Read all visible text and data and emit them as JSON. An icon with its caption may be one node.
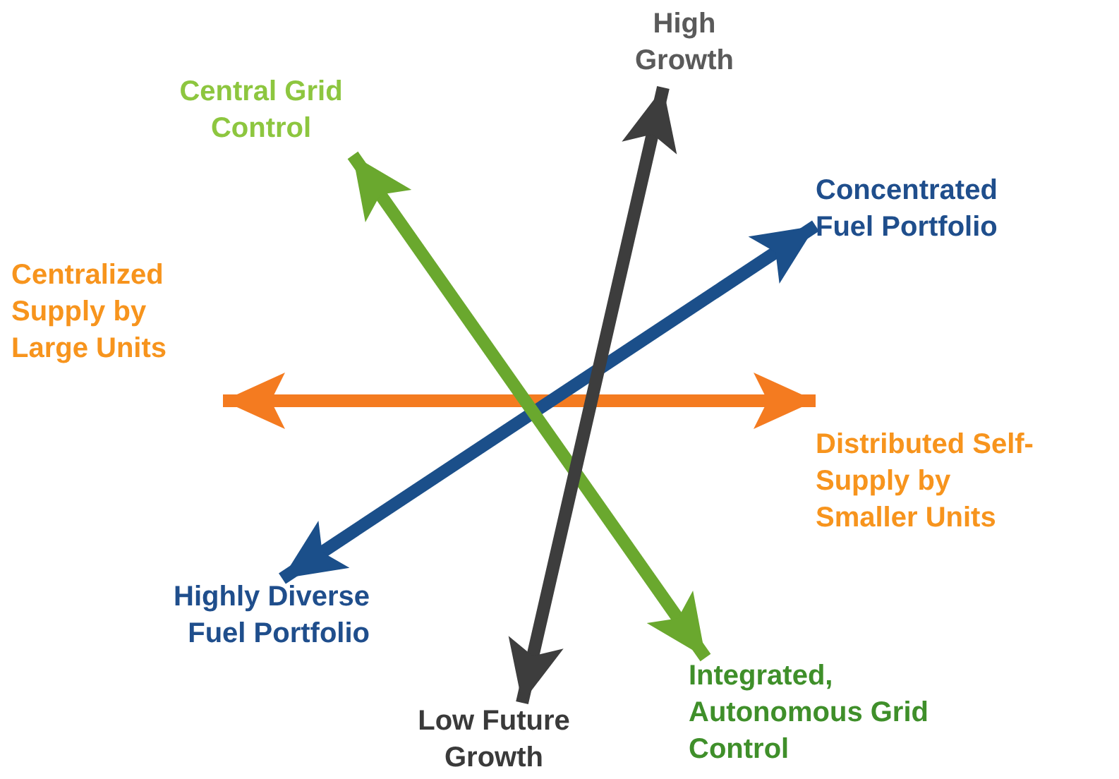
{
  "diagram": {
    "nodes": [
      {
        "text": [
          "High Growth"
        ]
      },
      {
        "text": [
          "Central Grid Control"
        ]
      },
      {
        "text": [
          "Concentrated Fuel Portfolio"
        ]
      },
      {
        "text": [
          "Centralized Supply by Large Units"
        ]
      },
      {
        "text": [
          "Distributed Self-Supply by Smaller Units"
        ]
      },
      {
        "text": [
          "Highly Diverse Fuel Portfolio"
        ]
      },
      {
        "text": [
          "Integrated, Autonomous Grid Control"
        ]
      },
      {
        "text": [
          "Low Future Growth"
        ]
      }
    ],
    "edges": [
      {
        "from": 3,
        "to": 4,
        "arrow": "both",
        "color": "#f47b20"
      },
      {
        "from": 5,
        "to": 2,
        "arrow": "both",
        "color": "#1b4f8a"
      },
      {
        "from": 1,
        "to": 6,
        "arrow": "both",
        "color": "#6aa82e"
      },
      {
        "from": 7,
        "to": 0,
        "arrow": "both",
        "color": "#3d3d3d"
      }
    ]
  }
}
